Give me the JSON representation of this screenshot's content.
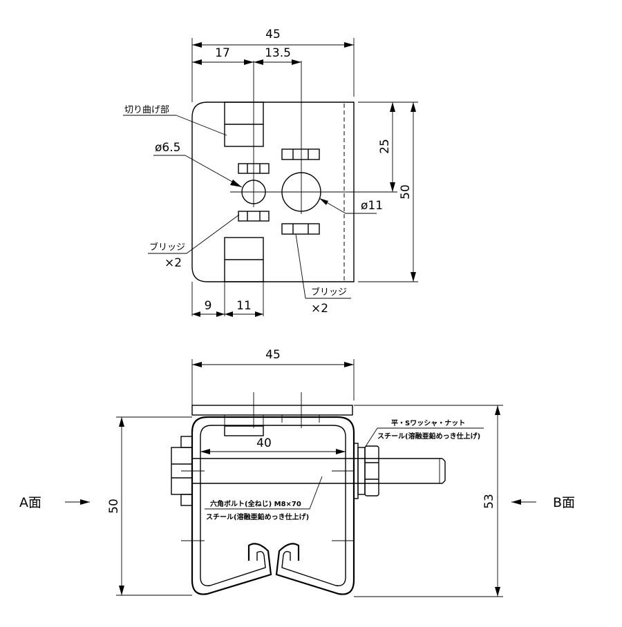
{
  "top_view": {
    "dim_width": "45",
    "dim_left": "17",
    "dim_mid": "13.5",
    "dim_height_half": "25",
    "dim_height": "50",
    "dim_bottom_left": "9",
    "dim_bottom_mid": "11",
    "label_bend": "切り曲げ部",
    "label_small_hole": "ø6.5",
    "label_large_hole": "ø11",
    "label_bridge_left": "ブリッジ",
    "label_bridge_left_count": "×2",
    "label_bridge_right": "ブリッジ",
    "label_bridge_right_count": "×2"
  },
  "front_view": {
    "dim_width": "45",
    "dim_inner": "40",
    "dim_height_left": "50",
    "dim_height_right": "53",
    "label_washer_nut": "平・Sワッシャ・ナット",
    "label_washer_material": "スチール(溶融亜鉛めっき仕上げ)",
    "label_bolt": "六角ボルト(全ねじ) M8×70",
    "label_bolt_material": "スチール(溶融亜鉛めっき仕上げ)",
    "side_a": "A面",
    "side_b": "B面"
  }
}
